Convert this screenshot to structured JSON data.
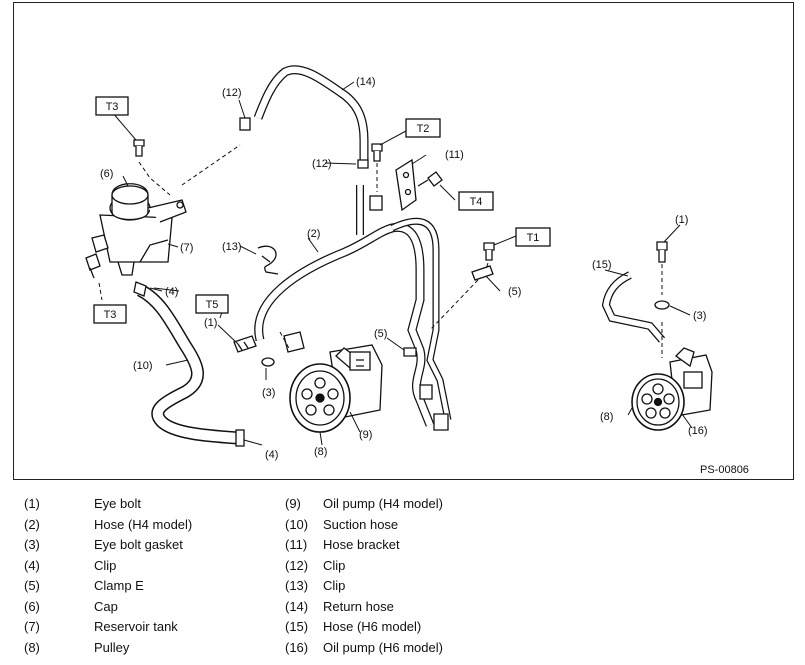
{
  "diagram": {
    "code": "PS-00806",
    "torque_tags": {
      "t3_top": "T3",
      "t3_bottom": "T3",
      "t2": "T2",
      "t4": "T4",
      "t1": "T1",
      "t5": "T5"
    },
    "callouts": {
      "c14": "(14)",
      "c12_top": "(12)",
      "c12_mid": "(12)",
      "c11": "(11)",
      "c6": "(6)",
      "c7": "(7)",
      "c13": "(13)",
      "c2": "(2)",
      "c4_top": "(4)",
      "c4_bottom": "(4)",
      "c1_left": "(1)",
      "c1_right": "(1)",
      "c10": "(10)",
      "c3_left": "(3)",
      "c3_right": "(3)",
      "c5_left": "(5)",
      "c5_right": "(5)",
      "c8_left": "(8)",
      "c8_right": "(8)",
      "c9": "(9)",
      "c15": "(15)",
      "c16": "(16)"
    }
  },
  "legend": {
    "left": [
      {
        "num": "(1)",
        "text": "Eye bolt"
      },
      {
        "num": "(2)",
        "text": "Hose (H4 model)"
      },
      {
        "num": "(3)",
        "text": "Eye bolt gasket"
      },
      {
        "num": "(4)",
        "text": "Clip"
      },
      {
        "num": "(5)",
        "text": "Clamp E"
      },
      {
        "num": "(6)",
        "text": "Cap"
      },
      {
        "num": "(7)",
        "text": "Reservoir tank"
      },
      {
        "num": "(8)",
        "text": "Pulley"
      }
    ],
    "right": [
      {
        "num": "(9)",
        "text": "Oil pump (H4 model)"
      },
      {
        "num": "(10)",
        "text": "Suction hose"
      },
      {
        "num": "(11)",
        "text": "Hose bracket"
      },
      {
        "num": "(12)",
        "text": "Clip"
      },
      {
        "num": "(13)",
        "text": "Clip"
      },
      {
        "num": "(14)",
        "text": "Return hose"
      },
      {
        "num": "(15)",
        "text": "Hose (H6 model)"
      },
      {
        "num": "(16)",
        "text": "Oil pump (H6 model)"
      }
    ]
  }
}
